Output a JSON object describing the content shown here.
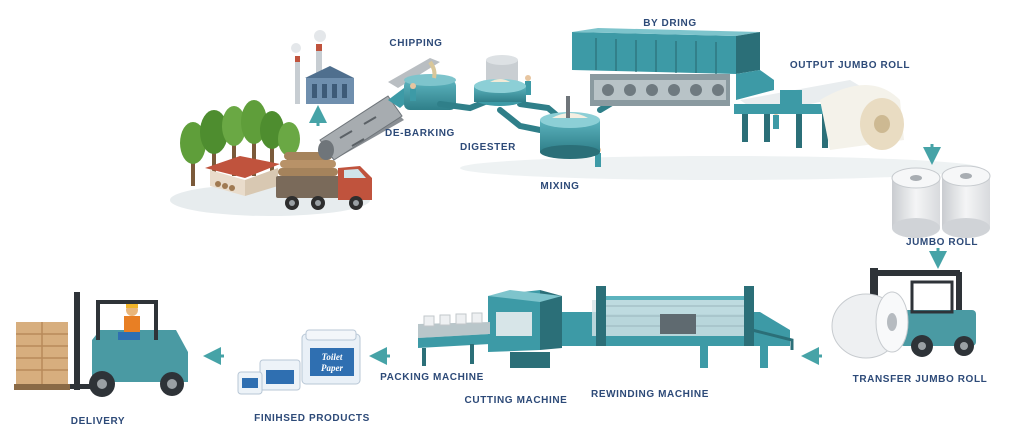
{
  "labels": {
    "chipping": "CHIPPING",
    "by_dring": "BY DRING",
    "output_jumbo_roll": "OUTPUT JUMBO ROLL",
    "de_barking": "DE-BARKING",
    "digester": "DIGESTER",
    "mixing": "MIXING",
    "jumbo_roll": "JUMBO ROLL",
    "transfer_jumbo_roll": "TRANSFER JUMBO ROLL",
    "rewinding_machine": "REWINDING MACHINE",
    "cutting_machine": "CUTTING MACHINE",
    "packing_machine": "PACKING MACHINE",
    "finished_products": "FINIHSED PRODUCTS",
    "delivery": "DELIVERY"
  },
  "package_text": {
    "line1": "Toilet",
    "line2": "Paper"
  },
  "colors": {
    "label": "#2d4a78",
    "machine_teal": "#3d9aa6",
    "machine_dark": "#2b6f78",
    "arrow": "#46a3a7",
    "tree_green": "#5f9e3a",
    "truck_red": "#c0533d",
    "forklift_teal": "#4a9aa3"
  },
  "icons": [
    "tree-icon",
    "factory-icon",
    "truck-icon",
    "forklift-icon",
    "roll-icon",
    "arrow-icon",
    "pallet-icon",
    "worker-icon"
  ]
}
